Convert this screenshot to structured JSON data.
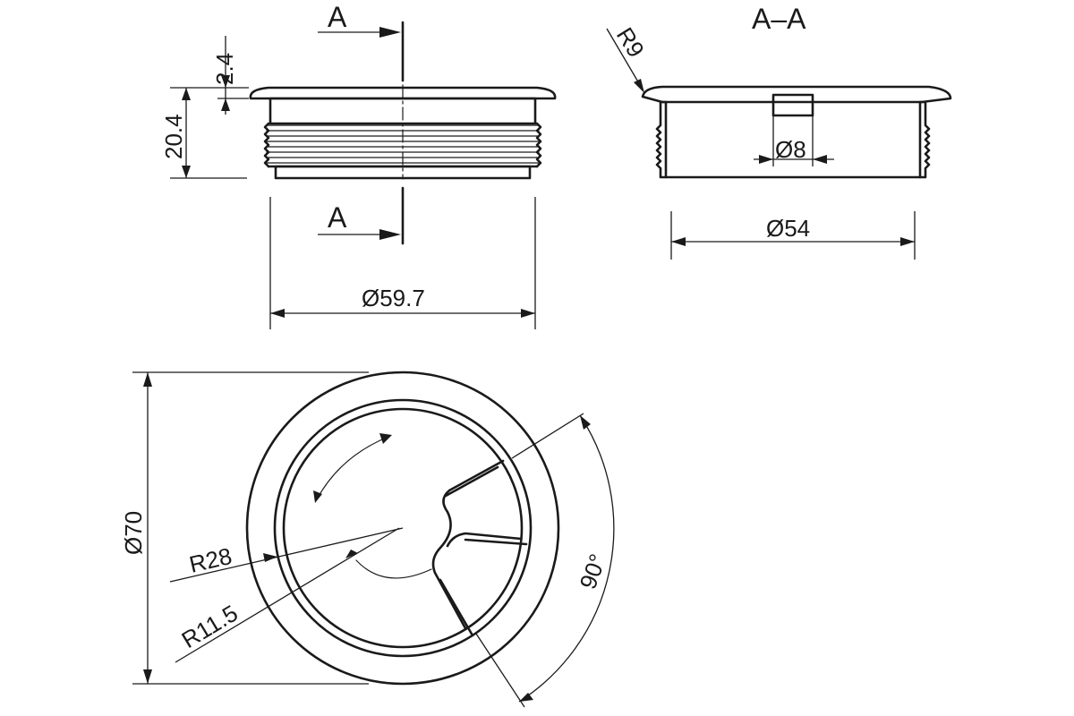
{
  "side_view": {
    "section_mark_top": "A",
    "section_mark_bottom": "A",
    "dim_rim_thickness": "2.4",
    "dim_height": "20.4",
    "dim_outer_diameter": "Ø59.7"
  },
  "section_view": {
    "title": "A–A",
    "dim_radius": "R9",
    "dim_hole": "Ø8",
    "dim_inner_diameter": "Ø54"
  },
  "top_view": {
    "dim_diameter": "Ø70",
    "dim_outer_radius": "R28",
    "dim_inner_radius": "R11.5",
    "dim_angle": "90°"
  }
}
